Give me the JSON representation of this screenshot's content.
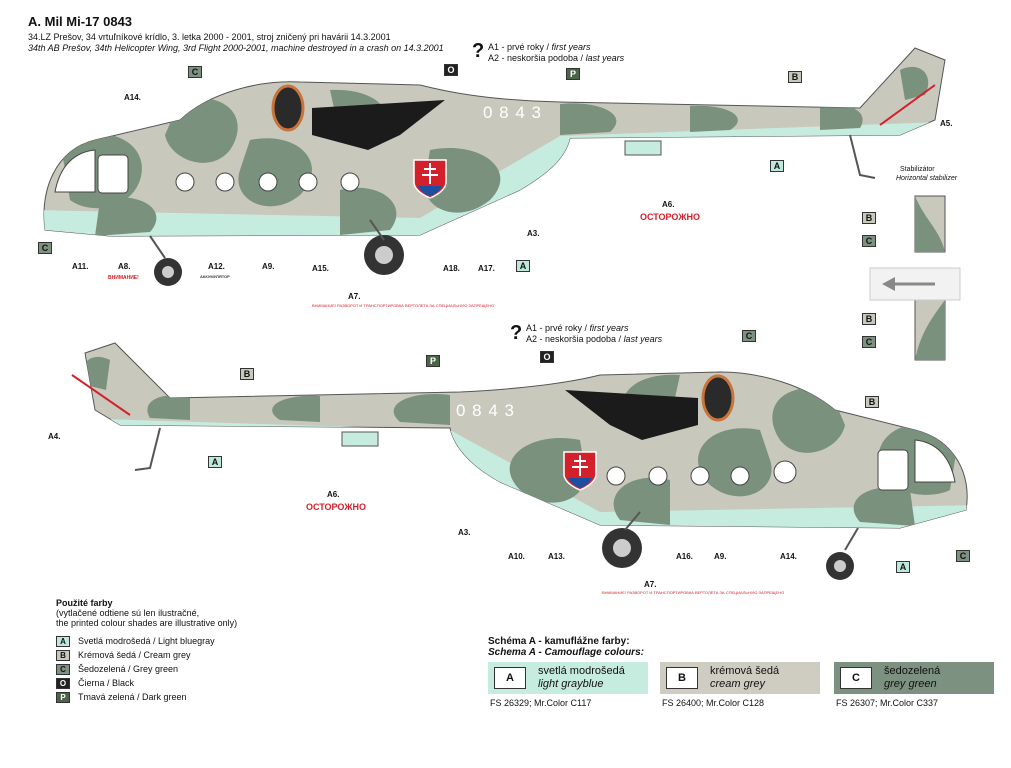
{
  "header": {
    "title": "A. Mil Mi-17 0843",
    "line1": "34.LZ Prešov, 34 vrtuľníkové krídlo, 3. letka 2000 - 2001, stroj zničený pri havárii 14.3.2001",
    "line2": "34th AB Prešov, 34th Helicopter Wing, 3rd Flight 2000-2001, machine destroyed in a crash on 14.3.2001"
  },
  "notes": {
    "a1_sk": "A1 - prvé roky / ",
    "a1_en": "first years",
    "a2_sk": "A2 - neskoršia podoba / ",
    "a2_en": "last years",
    "qmark": "?"
  },
  "serial": "0843",
  "serial_display": "0 8 4 3",
  "stabilizer": {
    "sk": "Stabilizátor",
    "en": "Horizontal stabilizer"
  },
  "tags": {
    "A": "A",
    "B": "B",
    "C": "C",
    "O": "O",
    "P": "P"
  },
  "labels_top": {
    "a14": "A14.",
    "a5": "A5.",
    "a6": "A6.",
    "a3": "A3.",
    "a11": "A11.",
    "a8": "A8.",
    "a12": "A12.",
    "a9": "A9.",
    "a15": "A15.",
    "a7": "A7.",
    "a18": "A18.",
    "a17": "A17."
  },
  "labels_bottom": {
    "a4": "A4.",
    "a6": "A6.",
    "a3": "A3.",
    "a10": "A10.",
    "a13": "A13.",
    "a7": "A7.",
    "a16": "A16.",
    "a9": "A9.",
    "a14": "A14."
  },
  "stencils": {
    "ostorozhno": "ОСТОРОЖНО",
    "vnimanie": "ВНИМАНИЕ!",
    "akkumulyator": "АККУМУЛЯТОР",
    "vnimanie_razvorot": "ВНИМАНИЕ! РАЗВОРОТ И ТРАНСПОРТИРОВКА ВЕРТОЛЕТА ЗА СПЕЦИАЛЬНУЮ ЗАПРЕЩЕНО"
  },
  "legend": {
    "title": "Použité farby",
    "note1": "(vytlačené odtiene sú len ilustračné,",
    "note2": "the printed colour shades are illustrative only)",
    "items": [
      {
        "code": "A",
        "label": "Svetlá modrošedá / Light bluegray"
      },
      {
        "code": "B",
        "label": "Krémová šedá / Cream grey"
      },
      {
        "code": "C",
        "label": "Šedozelená / Grey green"
      },
      {
        "code": "O",
        "label": "Čierna / Black"
      },
      {
        "code": "P",
        "label": "Tmavá zelená / Dark green"
      }
    ]
  },
  "scheme": {
    "title_sk": "Schéma A - kamuflážne farby:",
    "title_en": "Schema A - Camouflage colours:",
    "swatches": [
      {
        "code": "A",
        "sk": "svetlá modrošedá",
        "en": "light grayblue",
        "fs": "FS 26329; Mr.Color C117",
        "color": "#c6ecdf"
      },
      {
        "code": "B",
        "sk": "krémová šedá",
        "en": "cream grey",
        "fs": "FS 26400; Mr.Color C128",
        "color": "#cfcdc2"
      },
      {
        "code": "C",
        "sk": "šedozelená",
        "en": "grey green",
        "fs": "FS 26307; Mr.Color C337",
        "color": "#7c917f"
      }
    ]
  },
  "colors": {
    "A": "#c6ecdf",
    "B": "#c9c8bd",
    "C": "#7a917d",
    "O": "#1b1b1b",
    "P": "#4b6646",
    "red": "#d4202a"
  }
}
